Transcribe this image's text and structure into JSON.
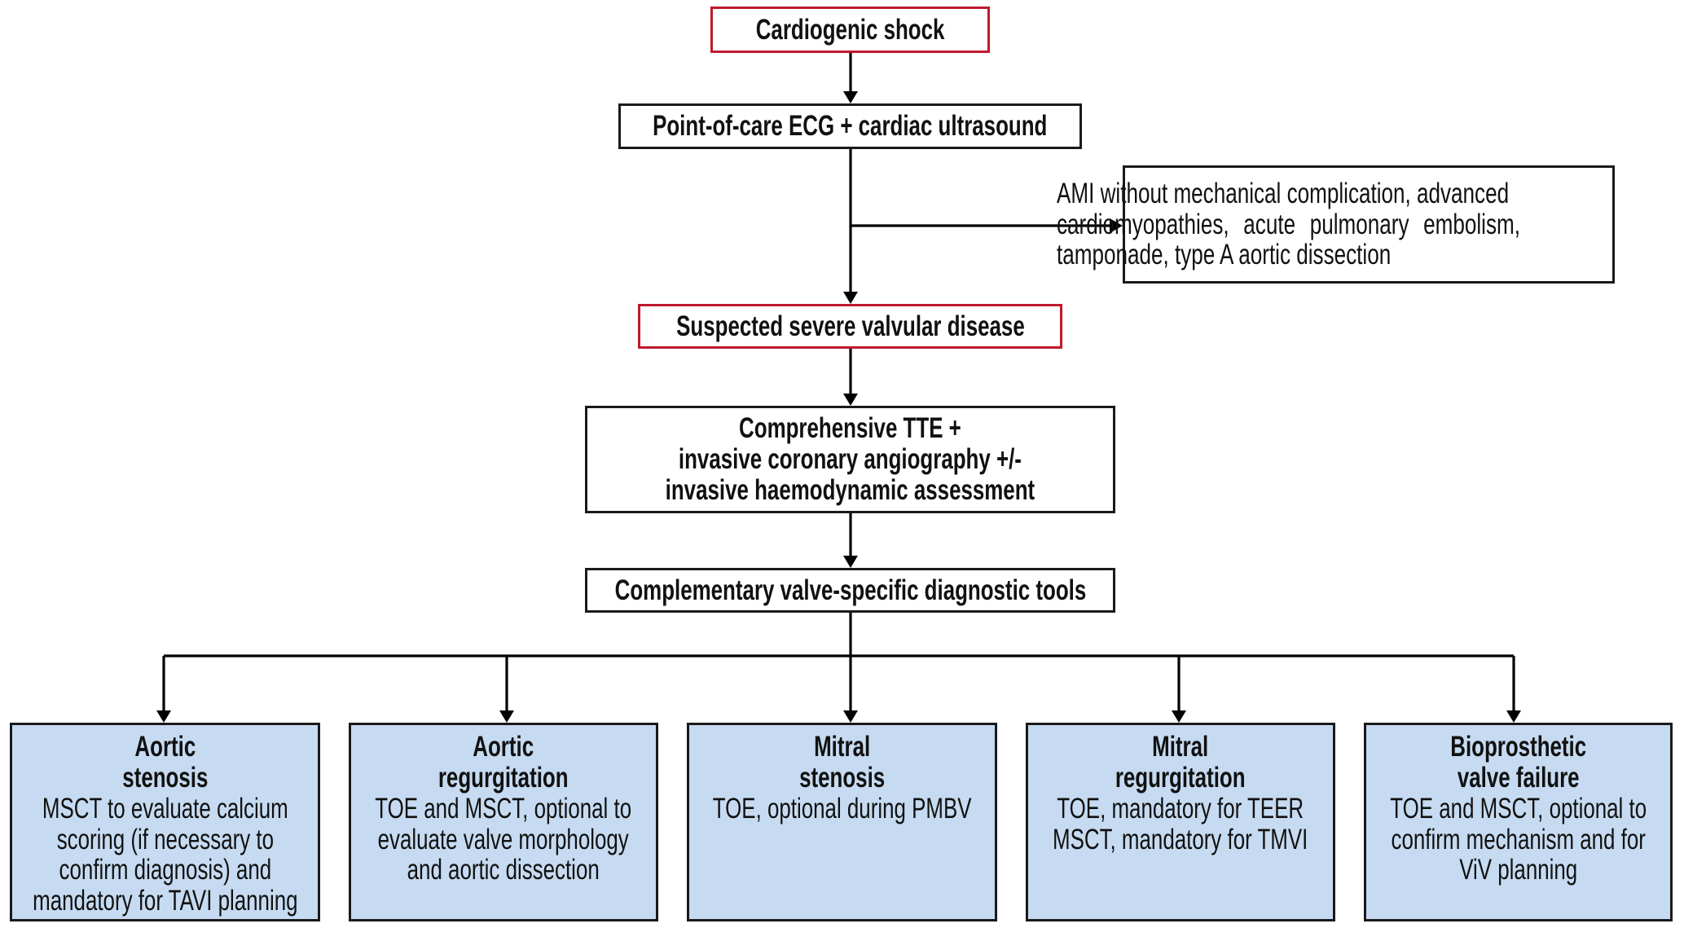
{
  "colors": {
    "start_border": "#c01a2c",
    "default_border": "#1a1a1a",
    "category_fill": "#c6dbf1"
  },
  "nodes": {
    "cardiogenic_shock": "Cardiogenic shock",
    "point_of_care": "Point-of-care ECG + cardiac ultrasound",
    "alternative_diagnoses": {
      "lines": [
        "AMI without mechanical complication, advanced",
        "cardiomyopathies, acute pulmonary embolism,",
        "tamponade, type A aortic dissection"
      ]
    },
    "suspected_valvular": "Suspected severe valvular disease",
    "comprehensive": {
      "lines": [
        "Comprehensive TTE +",
        "invasive coronary angiography +/-",
        "invasive haemodynamic assessment"
      ]
    },
    "complementary": "Complementary valve-specific diagnostic tools"
  },
  "categories": [
    {
      "title_lines": [
        "Aortic",
        "stenosis"
      ],
      "body_lines": [
        "MSCT to evaluate calcium",
        "scoring (if necessary to",
        "confirm diagnosis) and",
        "mandatory for TAVI planning"
      ]
    },
    {
      "title_lines": [
        "Aortic",
        "regurgitation"
      ],
      "body_lines": [
        "TOE and MSCT, optional to",
        "evaluate valve morphology",
        "and aortic dissection"
      ]
    },
    {
      "title_lines": [
        "Mitral",
        "stenosis"
      ],
      "body_lines": [
        "TOE, optional during PMBV"
      ]
    },
    {
      "title_lines": [
        "Mitral",
        "regurgitation"
      ],
      "body_lines": [
        "TOE, mandatory for TEER",
        "MSCT, mandatory for TMVI"
      ]
    },
    {
      "title_lines": [
        "Bioprosthetic",
        "valve failure"
      ],
      "body_lines": [
        "TOE and MSCT, optional to",
        "confirm mechanism and for",
        "ViV planning"
      ]
    }
  ]
}
